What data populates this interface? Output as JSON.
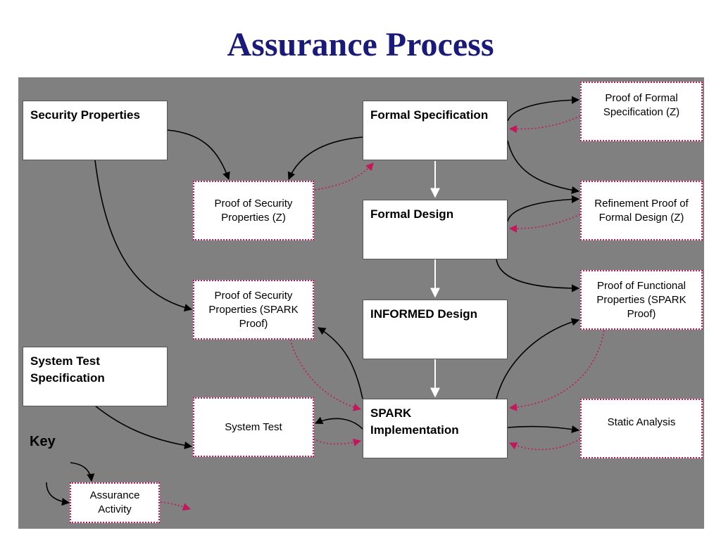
{
  "title": "Assurance Process",
  "artifacts": {
    "security_properties": "Security Properties",
    "formal_specification": "Formal Specification",
    "formal_design": "Formal Design",
    "informed_design": "INFORMED Design",
    "spark_implementation": "SPARK Implementation",
    "system_test_specification": "System Test Specification"
  },
  "activities": {
    "proof_formal_spec": "Proof of Formal Specification (Z)",
    "refinement_proof": "Refinement Proof of Formal Design (Z)",
    "proof_functional": "Proof of Functional Properties (SPARK Proof)",
    "static_analysis": "Static Analysis",
    "proof_security_z": "Proof of Security Properties (Z)",
    "proof_security_spark": "Proof of Security Properties (SPARK Proof)",
    "system_test": "System Test"
  },
  "key": {
    "label": "Key",
    "example_activity": "Assurance Activity"
  },
  "colors": {
    "title": "#1a1a7a",
    "background_panel": "#808080",
    "input_arrow": "#000000",
    "feedback_arrow": "#c2185b",
    "flow_arrow": "#ffffff"
  }
}
